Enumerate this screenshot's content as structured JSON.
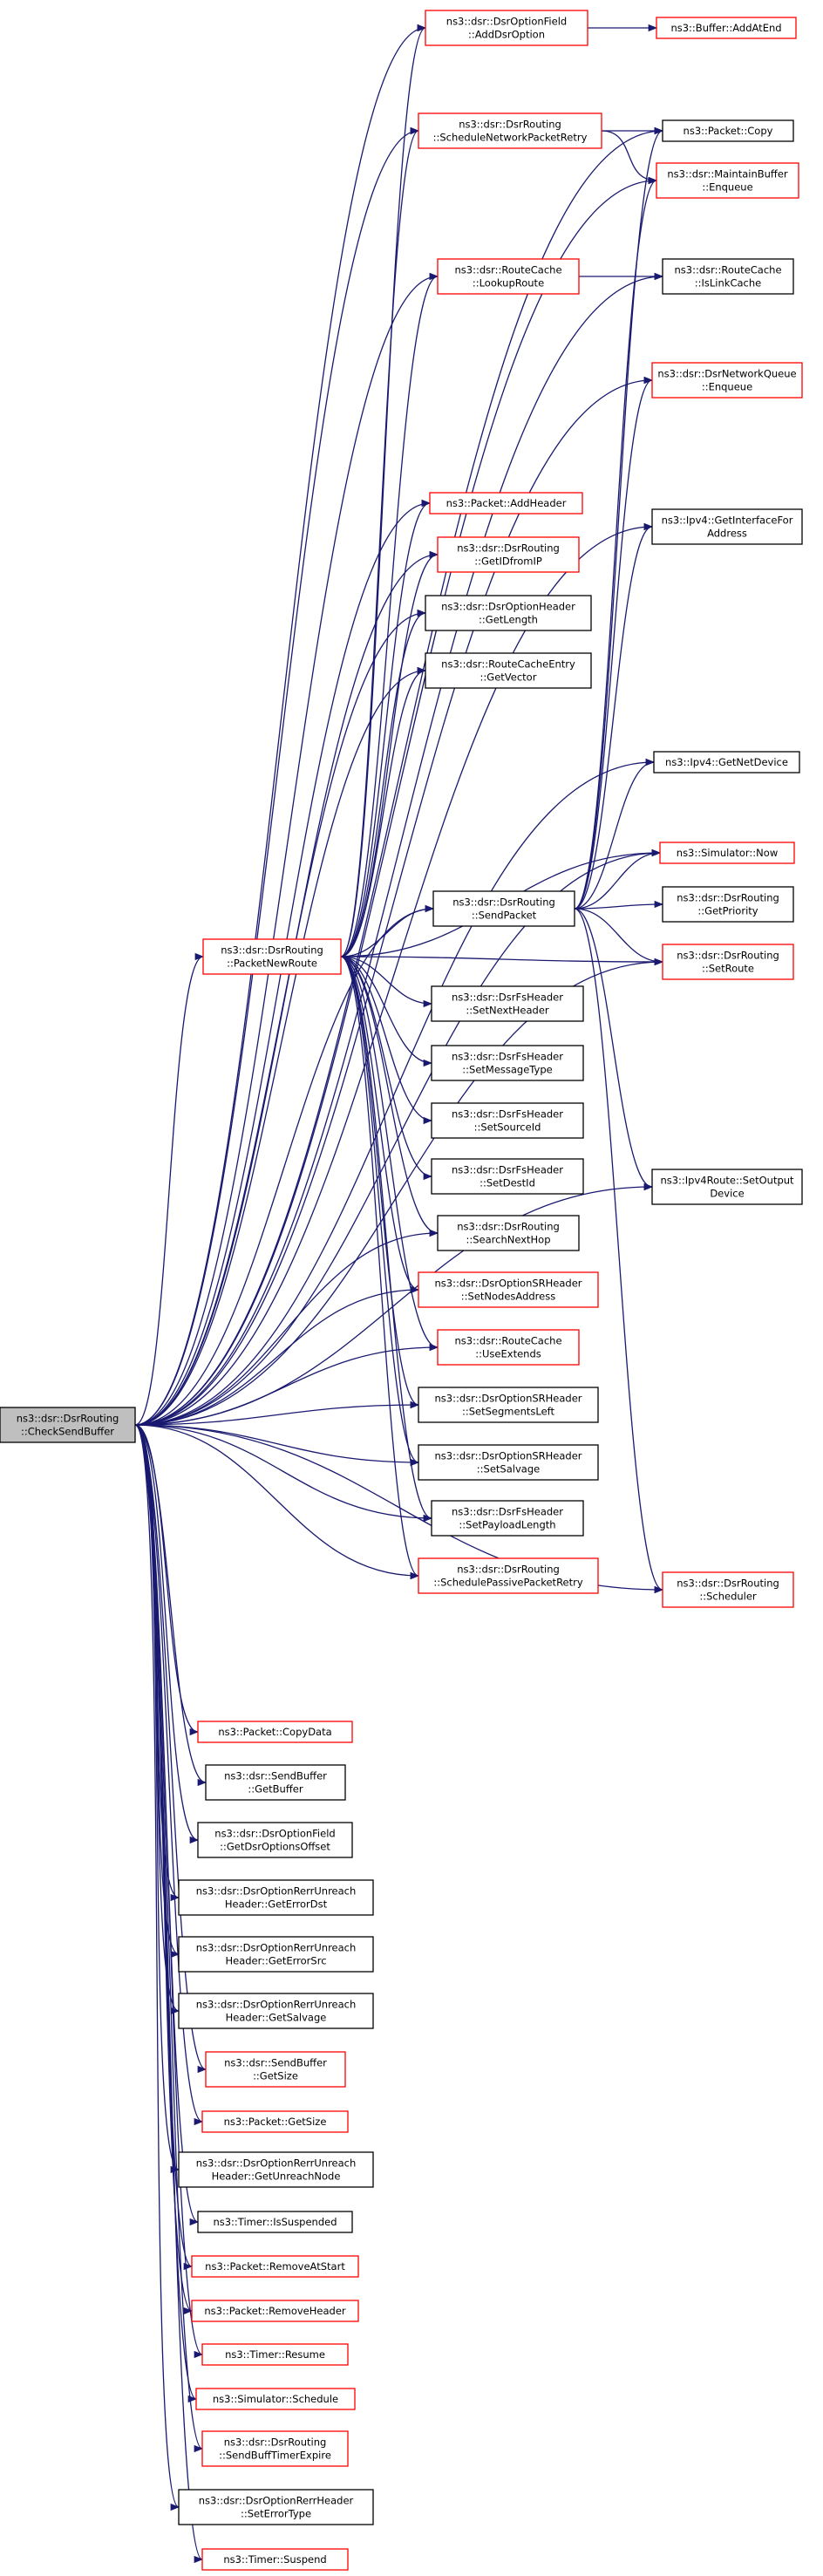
{
  "colors": {
    "edge": "#191970",
    "border_link": "#ff0000",
    "border_plain": "#000000",
    "root_fill": "#bfbfbf",
    "node_fill": "#ffffff"
  },
  "nodes": [
    {
      "id": "root",
      "lines": [
        "ns3::dsr::DsrRouting",
        "::CheckSendBuffer"
      ],
      "kind": "root"
    },
    {
      "id": "pnr",
      "lines": [
        "ns3::dsr::DsrRouting",
        "::PacketNewRoute"
      ],
      "kind": "link"
    },
    {
      "id": "sendpacket",
      "lines": [
        "ns3::dsr::DsrRouting",
        "::SendPacket"
      ],
      "kind": "plain"
    },
    {
      "id": "addopt",
      "lines": [
        "ns3::dsr::DsrOptionField",
        "::AddDsrOption"
      ],
      "kind": "link"
    },
    {
      "id": "bufadd",
      "lines": [
        "ns3::Buffer::AddAtEnd"
      ],
      "kind": "link"
    },
    {
      "id": "schednet",
      "lines": [
        "ns3::dsr::DsrRouting",
        "::ScheduleNetworkPacketRetry"
      ],
      "kind": "link"
    },
    {
      "id": "pktcopy",
      "lines": [
        "ns3::Packet::Copy"
      ],
      "kind": "plain"
    },
    {
      "id": "mbenq",
      "lines": [
        "ns3::dsr::MaintainBuffer",
        "::Enqueue"
      ],
      "kind": "link"
    },
    {
      "id": "lookup",
      "lines": [
        "ns3::dsr::RouteCache",
        "::LookupRoute"
      ],
      "kind": "link"
    },
    {
      "id": "islink",
      "lines": [
        "ns3::dsr::RouteCache",
        "::IsLinkCache"
      ],
      "kind": "plain"
    },
    {
      "id": "nqenq",
      "lines": [
        "ns3::dsr::DsrNetworkQueue",
        "::Enqueue"
      ],
      "kind": "link"
    },
    {
      "id": "addhdr",
      "lines": [
        "ns3::Packet::AddHeader"
      ],
      "kind": "link"
    },
    {
      "id": "getifa",
      "lines": [
        "ns3::Ipv4::GetInterfaceFor",
        "Address"
      ],
      "kind": "plain"
    },
    {
      "id": "getid",
      "lines": [
        "ns3::dsr::DsrRouting",
        "::GetIDfromIP"
      ],
      "kind": "link"
    },
    {
      "id": "optlen",
      "lines": [
        "ns3::dsr::DsrOptionHeader",
        "::GetLength"
      ],
      "kind": "plain"
    },
    {
      "id": "getvec",
      "lines": [
        "ns3::dsr::RouteCacheEntry",
        "::GetVector"
      ],
      "kind": "plain"
    },
    {
      "id": "getnet",
      "lines": [
        "ns3::Ipv4::GetNetDevice"
      ],
      "kind": "plain"
    },
    {
      "id": "now",
      "lines": [
        "ns3::Simulator::Now"
      ],
      "kind": "link"
    },
    {
      "id": "getprio",
      "lines": [
        "ns3::dsr::DsrRouting",
        "::GetPriority"
      ],
      "kind": "plain"
    },
    {
      "id": "setroute",
      "lines": [
        "ns3::dsr::DsrRouting",
        "::SetRoute"
      ],
      "kind": "link"
    },
    {
      "id": "setnext",
      "lines": [
        "ns3::dsr::DsrFsHeader",
        "::SetNextHeader"
      ],
      "kind": "plain"
    },
    {
      "id": "setmsg",
      "lines": [
        "ns3::dsr::DsrFsHeader",
        "::SetMessageType"
      ],
      "kind": "plain"
    },
    {
      "id": "setsrc",
      "lines": [
        "ns3::dsr::DsrFsHeader",
        "::SetSourceId"
      ],
      "kind": "plain"
    },
    {
      "id": "setdst",
      "lines": [
        "ns3::dsr::DsrFsHeader",
        "::SetDestId"
      ],
      "kind": "plain"
    },
    {
      "id": "searchnh",
      "lines": [
        "ns3::dsr::DsrRouting",
        "::SearchNextHop"
      ],
      "kind": "plain"
    },
    {
      "id": "setnodes",
      "lines": [
        "ns3::dsr::DsrOptionSRHeader",
        "::SetNodesAddress"
      ],
      "kind": "link"
    },
    {
      "id": "useext",
      "lines": [
        "ns3::dsr::RouteCache",
        "::UseExtends"
      ],
      "kind": "link"
    },
    {
      "id": "setseg",
      "lines": [
        "ns3::dsr::DsrOptionSRHeader",
        "::SetSegmentsLeft"
      ],
      "kind": "plain"
    },
    {
      "id": "setsalv",
      "lines": [
        "ns3::dsr::DsrOptionSRHeader",
        "::SetSalvage"
      ],
      "kind": "plain"
    },
    {
      "id": "setpay",
      "lines": [
        "ns3::dsr::DsrFsHeader",
        "::SetPayloadLength"
      ],
      "kind": "plain"
    },
    {
      "id": "schedpas",
      "lines": [
        "ns3::dsr::DsrRouting",
        "::SchedulePassivePacketRetry"
      ],
      "kind": "link"
    },
    {
      "id": "setout",
      "lines": [
        "ns3::Ipv4Route::SetOutput",
        "Device"
      ],
      "kind": "plain"
    },
    {
      "id": "scheduler",
      "lines": [
        "ns3::dsr::DsrRouting",
        "::Scheduler"
      ],
      "kind": "link"
    },
    {
      "id": "copydata",
      "lines": [
        "ns3::Packet::CopyData"
      ],
      "kind": "link"
    },
    {
      "id": "getbuf",
      "lines": [
        "ns3::dsr::SendBuffer",
        "::GetBuffer"
      ],
      "kind": "plain"
    },
    {
      "id": "getdsroff",
      "lines": [
        "ns3::dsr::DsrOptionField",
        "::GetDsrOptionsOffset"
      ],
      "kind": "plain"
    },
    {
      "id": "errdst",
      "lines": [
        "ns3::dsr::DsrOptionRerrUnreach",
        "Header::GetErrorDst"
      ],
      "kind": "plain"
    },
    {
      "id": "errsrc",
      "lines": [
        "ns3::dsr::DsrOptionRerrUnreach",
        "Header::GetErrorSrc"
      ],
      "kind": "plain"
    },
    {
      "id": "getsalv",
      "lines": [
        "ns3::dsr::DsrOptionRerrUnreach",
        "Header::GetSalvage"
      ],
      "kind": "plain"
    },
    {
      "id": "sbsize",
      "lines": [
        "ns3::dsr::SendBuffer",
        "::GetSize"
      ],
      "kind": "link"
    },
    {
      "id": "pktsize",
      "lines": [
        "ns3::Packet::GetSize"
      ],
      "kind": "link"
    },
    {
      "id": "unreach",
      "lines": [
        "ns3::dsr::DsrOptionRerrUnreach",
        "Header::GetUnreachNode"
      ],
      "kind": "plain"
    },
    {
      "id": "issusp",
      "lines": [
        "ns3::Timer::IsSuspended"
      ],
      "kind": "plain"
    },
    {
      "id": "remstart",
      "lines": [
        "ns3::Packet::RemoveAtStart"
      ],
      "kind": "link"
    },
    {
      "id": "remhdr",
      "lines": [
        "ns3::Packet::RemoveHeader"
      ],
      "kind": "link"
    },
    {
      "id": "resume",
      "lines": [
        "ns3::Timer::Resume"
      ],
      "kind": "link"
    },
    {
      "id": "simsched",
      "lines": [
        "ns3::Simulator::Schedule"
      ],
      "kind": "link"
    },
    {
      "id": "sendbuff",
      "lines": [
        "ns3::dsr::DsrRouting",
        "::SendBuffTimerExpire"
      ],
      "kind": "link"
    },
    {
      "id": "errtype",
      "lines": [
        "ns3::dsr::DsrOptionRerrHeader",
        "::SetErrorType"
      ],
      "kind": "plain"
    },
    {
      "id": "suspend",
      "lines": [
        "ns3::Timer::Suspend"
      ],
      "kind": "link"
    }
  ],
  "edges": [
    [
      "root",
      "addopt"
    ],
    [
      "root",
      "schednet"
    ],
    [
      "root",
      "pktcopy"
    ],
    [
      "root",
      "mbenq"
    ],
    [
      "root",
      "lookup"
    ],
    [
      "root",
      "islink"
    ],
    [
      "root",
      "nqenq"
    ],
    [
      "root",
      "addhdr"
    ],
    [
      "root",
      "getifa"
    ],
    [
      "root",
      "getid"
    ],
    [
      "root",
      "optlen"
    ],
    [
      "root",
      "getvec"
    ],
    [
      "root",
      "getnet"
    ],
    [
      "root",
      "now"
    ],
    [
      "root",
      "pnr"
    ],
    [
      "root",
      "sendpacket"
    ],
    [
      "root",
      "setroute"
    ],
    [
      "root",
      "searchnh"
    ],
    [
      "root",
      "setnodes"
    ],
    [
      "root",
      "useext"
    ],
    [
      "root",
      "setseg"
    ],
    [
      "root",
      "setsalv"
    ],
    [
      "root",
      "setpay"
    ],
    [
      "root",
      "schedpas"
    ],
    [
      "root",
      "setout"
    ],
    [
      "root",
      "scheduler"
    ],
    [
      "root",
      "copydata"
    ],
    [
      "root",
      "getbuf"
    ],
    [
      "root",
      "getdsroff"
    ],
    [
      "root",
      "errdst"
    ],
    [
      "root",
      "errsrc"
    ],
    [
      "root",
      "getsalv"
    ],
    [
      "root",
      "sbsize"
    ],
    [
      "root",
      "pktsize"
    ],
    [
      "root",
      "unreach"
    ],
    [
      "root",
      "issusp"
    ],
    [
      "root",
      "remstart"
    ],
    [
      "root",
      "remhdr"
    ],
    [
      "root",
      "resume"
    ],
    [
      "root",
      "simsched"
    ],
    [
      "root",
      "sendbuff"
    ],
    [
      "root",
      "errtype"
    ],
    [
      "root",
      "suspend"
    ],
    [
      "addopt",
      "bufadd"
    ],
    [
      "schednet",
      "pktcopy"
    ],
    [
      "schednet",
      "mbenq"
    ],
    [
      "lookup",
      "islink"
    ],
    [
      "pnr",
      "addopt"
    ],
    [
      "pnr",
      "schednet"
    ],
    [
      "pnr",
      "lookup"
    ],
    [
      "pnr",
      "addhdr"
    ],
    [
      "pnr",
      "getid"
    ],
    [
      "pnr",
      "optlen"
    ],
    [
      "pnr",
      "getvec"
    ],
    [
      "pnr",
      "now"
    ],
    [
      "pnr",
      "sendpacket"
    ],
    [
      "pnr",
      "setroute"
    ],
    [
      "pnr",
      "setnext"
    ],
    [
      "pnr",
      "setmsg"
    ],
    [
      "pnr",
      "setsrc"
    ],
    [
      "pnr",
      "setdst"
    ],
    [
      "pnr",
      "searchnh"
    ],
    [
      "pnr",
      "setnodes"
    ],
    [
      "pnr",
      "useext"
    ],
    [
      "pnr",
      "setseg"
    ],
    [
      "pnr",
      "setsalv"
    ],
    [
      "pnr",
      "setpay"
    ],
    [
      "pnr",
      "schedpas"
    ],
    [
      "sendpacket",
      "pktcopy"
    ],
    [
      "sendpacket",
      "mbenq"
    ],
    [
      "sendpacket",
      "nqenq"
    ],
    [
      "sendpacket",
      "getifa"
    ],
    [
      "sendpacket",
      "getnet"
    ],
    [
      "sendpacket",
      "now"
    ],
    [
      "sendpacket",
      "getprio"
    ],
    [
      "sendpacket",
      "setroute"
    ],
    [
      "sendpacket",
      "setout"
    ],
    [
      "sendpacket",
      "scheduler"
    ]
  ]
}
